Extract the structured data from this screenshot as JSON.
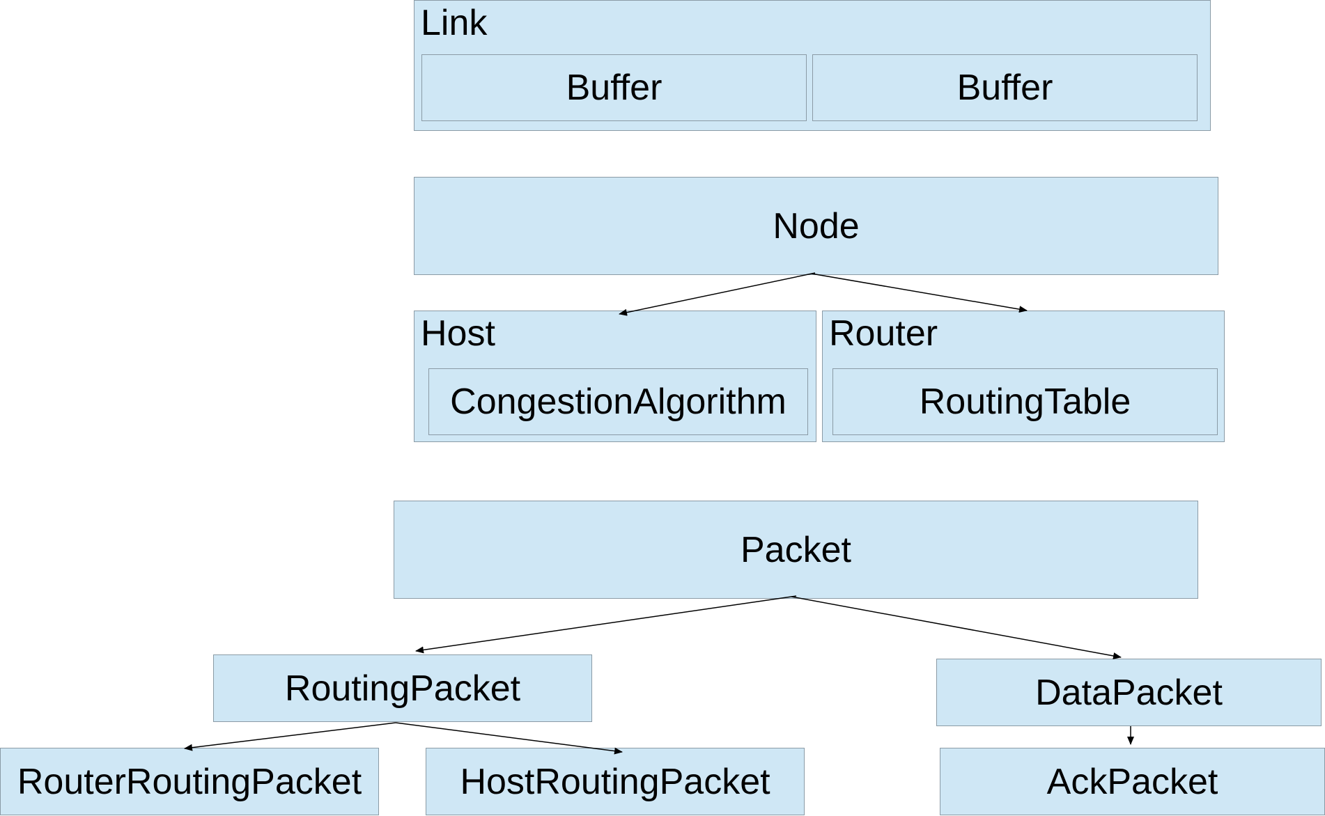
{
  "diagram": {
    "link": {
      "label": "Link",
      "buffer_left": "Buffer",
      "buffer_right": "Buffer"
    },
    "node": {
      "label": "Node"
    },
    "host": {
      "label": "Host",
      "component": "CongestionAlgorithm"
    },
    "router": {
      "label": "Router",
      "component": "RoutingTable"
    },
    "packet": {
      "label": "Packet"
    },
    "routing_packet": {
      "label": "RoutingPacket"
    },
    "data_packet": {
      "label": "DataPacket"
    },
    "router_routing_packet": {
      "label": "RouterRoutingPacket"
    },
    "host_routing_packet": {
      "label": "HostRoutingPacket"
    },
    "ack_packet": {
      "label": "AckPacket"
    }
  }
}
